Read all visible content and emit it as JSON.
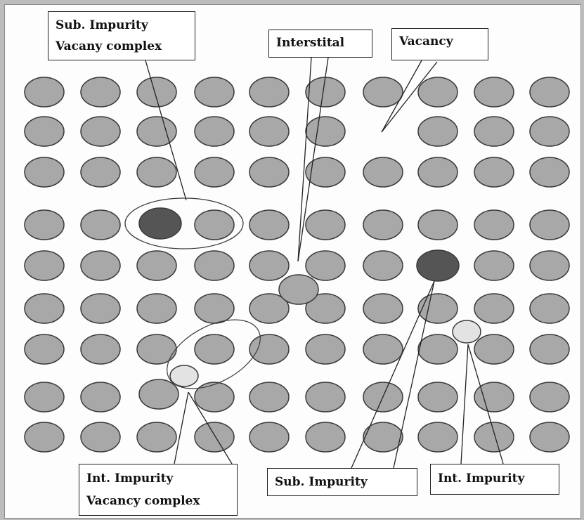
{
  "diagram": {
    "colors": {
      "host_atom": "#a8a8a8",
      "substitutional_impurity": "#555555",
      "interstitial_impurity": "#e3e3e3",
      "outline": "#3a3a3a",
      "background": "#fdfdfd"
    },
    "labels": {
      "sub_impurity_vacancy_complex": {
        "line1": "Sub. Impurity",
        "line2": "Vacany complex"
      },
      "interstitial": "Interstital",
      "vacancy": "Vacancy",
      "int_impurity_vacancy_complex": {
        "line1": "Int. Impurity",
        "line2": "Vacancy complex"
      },
      "sub_impurity": "Sub. Impurity",
      "int_impurity": "Int. Impurity"
    }
  }
}
